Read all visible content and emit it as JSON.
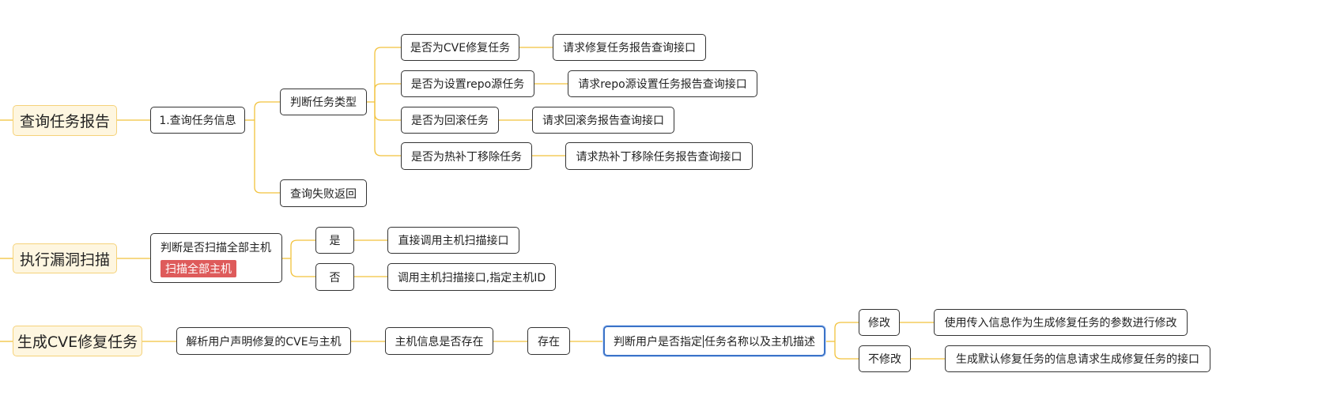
{
  "mindmap": {
    "query_report": {
      "title": "查询任务报告",
      "query_info": "1.查询任务信息",
      "judge_type": "判断任务类型",
      "query_fail": "查询失败返回",
      "types": [
        {
          "label": "是否为CVE修复任务",
          "action": "请求修复任务报告查询接口"
        },
        {
          "label": "是否为设置repo源任务",
          "action": "请求repo源设置任务报告查询接口"
        },
        {
          "label": "是否为回滚任务",
          "action": "请求回滚务报告查询接口"
        },
        {
          "label": "是否为热补丁移除任务",
          "action": "请求热补丁移除任务报告查询接口"
        }
      ]
    },
    "vuln_scan": {
      "title": "执行漏洞扫描",
      "judge_all": "判断是否扫描全部主机",
      "judge_tag": "扫描全部主机",
      "yes": "是",
      "no": "否",
      "yes_action": "直接调用主机扫描接口",
      "no_action": "调用主机扫描接口,指定主机ID"
    },
    "gen_cve": {
      "title": "生成CVE修复任务",
      "parse": "解析用户声明修复的CVE与主机",
      "host_exists": "主机信息是否存在",
      "exists": "存在",
      "judge_user_a": "判断用户是否指定",
      "judge_user_b": "任务名称以及主机描述",
      "modify": "修改",
      "no_modify": "不修改",
      "modify_action": "使用传入信息作为生成修复任务的参数进行修改",
      "no_modify_action": "生成默认修复任务的信息请求生成修复任务的接口"
    }
  },
  "colors": {
    "connector": "#f2c23c",
    "main_fill": "#fef6e0",
    "main_border": "#f5d27a",
    "tag_fill": "#de5b5b",
    "selection_border": "#3b73c8"
  }
}
